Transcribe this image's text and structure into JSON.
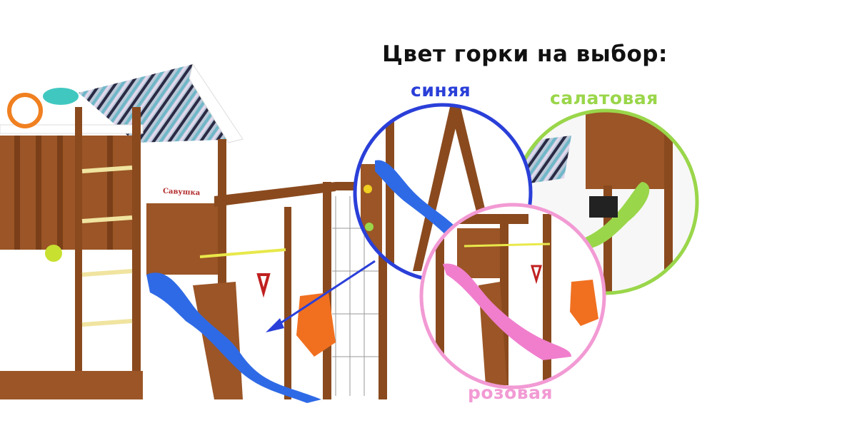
{
  "title": "Цвет горки на выбор:",
  "options": [
    {
      "label": "синяя",
      "color": "#2a3fd8"
    },
    {
      "label": "салатовая",
      "color": "#9ad64a"
    },
    {
      "label": "розовая",
      "color": "#f29ad4"
    }
  ],
  "brand_sign": "Савушка"
}
